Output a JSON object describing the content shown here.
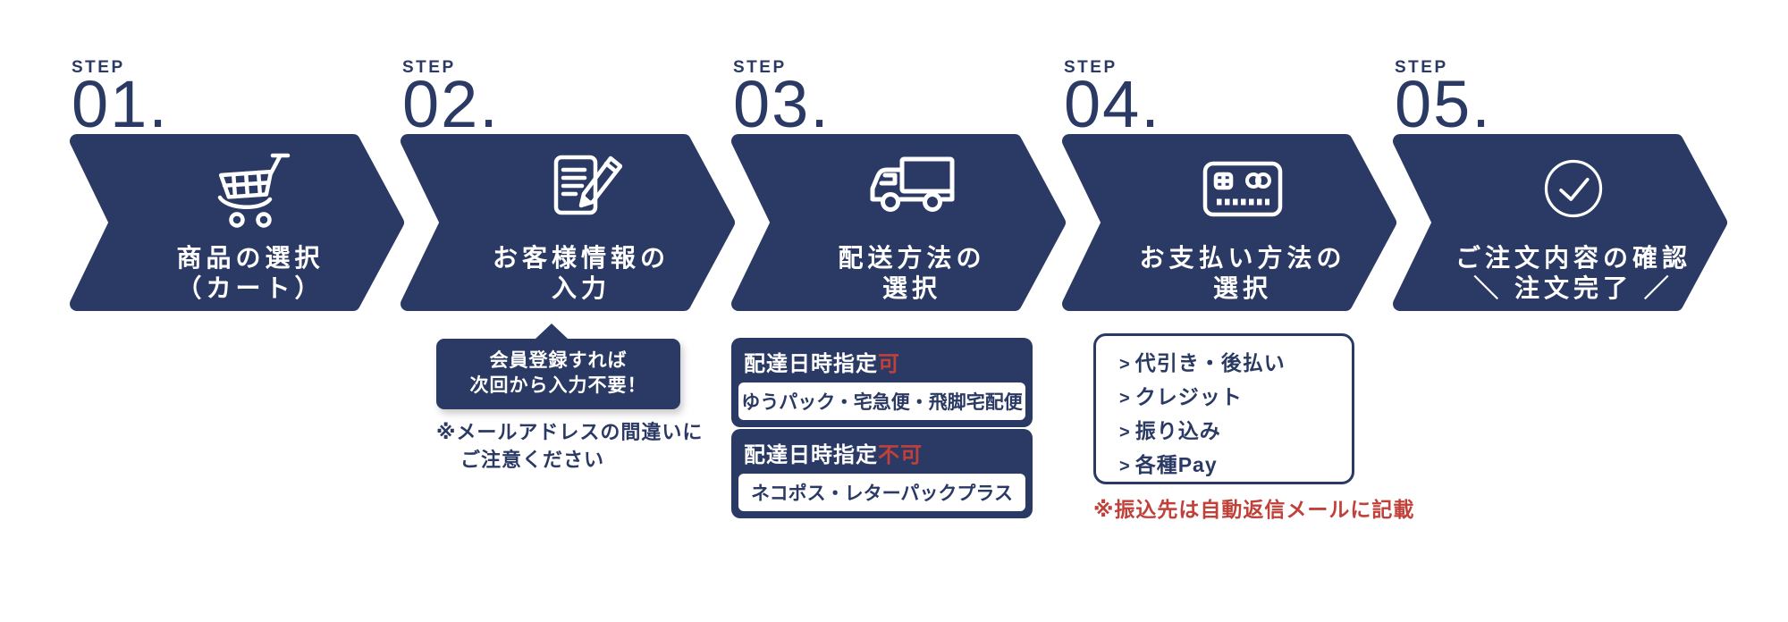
{
  "colors": {
    "navy": "#2b3a64",
    "red": "#c0403a",
    "white": "#ffffff"
  },
  "steps": [
    {
      "step_label": "STEP",
      "number": "01.",
      "icon": "cart-icon",
      "line1": "商品の選択",
      "line2": "（カート）"
    },
    {
      "step_label": "STEP",
      "number": "02.",
      "icon": "document-pencil-icon",
      "line1": "お客様情報の",
      "line2": "入力"
    },
    {
      "step_label": "STEP",
      "number": "03.",
      "icon": "truck-icon",
      "line1": "配送方法の",
      "line2": "選択"
    },
    {
      "step_label": "STEP",
      "number": "04.",
      "icon": "credit-card-icon",
      "line1": "お支払い方法の",
      "line2": "選択"
    },
    {
      "step_label": "STEP",
      "number": "05.",
      "icon": "check-circle-icon",
      "line1": "ご注文内容の確認",
      "line2": "＼ 注文完了 ／"
    }
  ],
  "step2_note": {
    "bubble_line1": "会員登録すれば",
    "bubble_line2": "次回から入力不要！",
    "caution_line1": "※メールアドレスの間違いに",
    "caution_line2": "ご注意ください"
  },
  "step3_boxes": [
    {
      "header_plain": "配達日時指定",
      "header_red": "可",
      "body": "ゆうパック・宅急便・飛脚宅配便"
    },
    {
      "header_plain": "配達日時指定",
      "header_red": "不可",
      "body": "ネコポス・レターパックプラス"
    }
  ],
  "step4_box": {
    "prefix": ">",
    "item1": "代引き・後払い",
    "item2": "クレジット",
    "item3": "振り込み",
    "item4": "各種Pay",
    "note": "※振込先は自動返信メールに記載"
  }
}
